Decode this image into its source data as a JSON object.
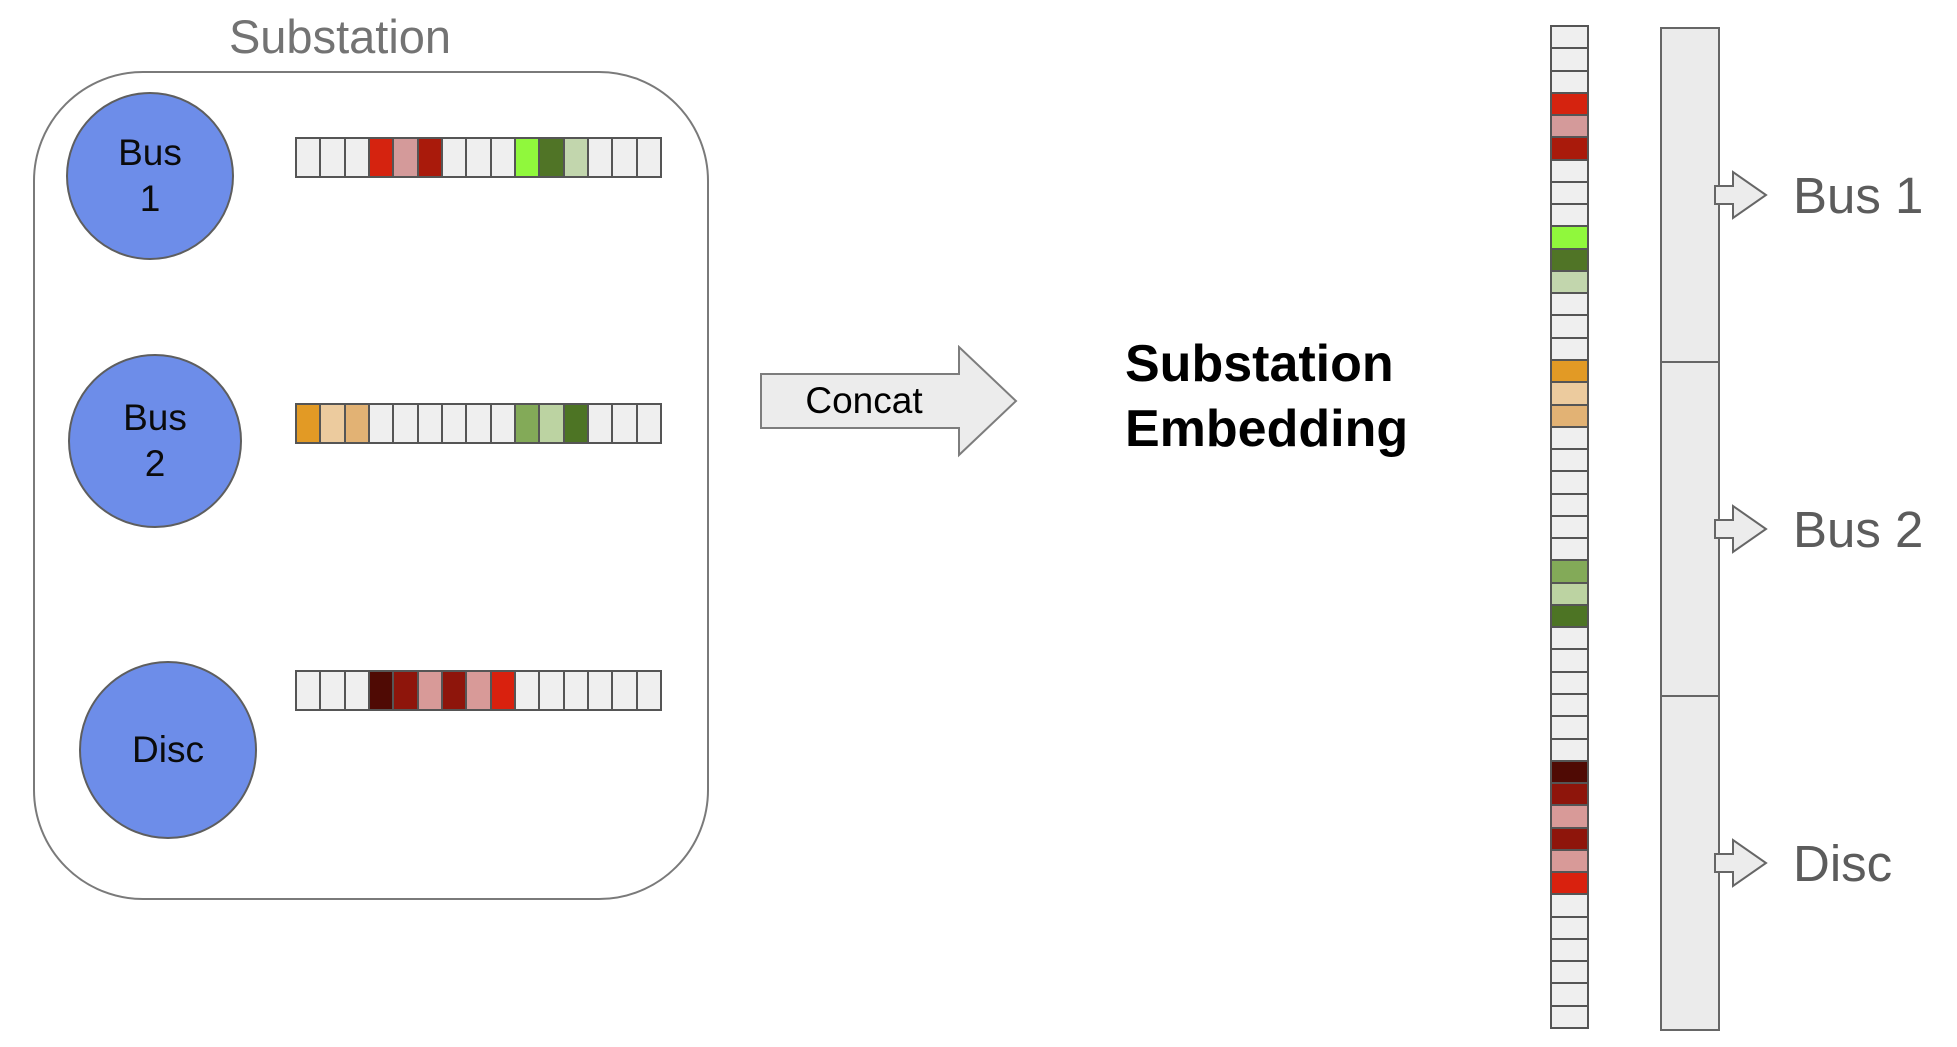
{
  "title": "Substation",
  "palette": {
    "blank": "#efefef",
    "red": "#d5230f",
    "pink": "#d49a9a",
    "dark_red": "#a91a0b",
    "bright_green": "#90f83c",
    "dark_green": "#507426",
    "pale_green": "#c2d6ad",
    "orange": "#e29a25",
    "pale_orange": "#eccb9e",
    "tan": "#e2b274",
    "mid_green": "#83aa58",
    "pale_green2": "#bcd3a2",
    "deep_green": "#4d7424",
    "maroon": "#4f0a04",
    "brick_red": "#8e150b",
    "rose": "#d89a98",
    "red2": "#d9210e",
    "node_blue": "#6d8de9",
    "bar_gray": "#ebebeb",
    "cell_border": "#555555",
    "title_gray": "#737373",
    "label_gray": "#5c5c5c"
  },
  "nodes": [
    {
      "id": "bus1",
      "label": "Bus 1",
      "lines": [
        "Bus",
        "1"
      ]
    },
    {
      "id": "bus2",
      "label": "Bus 2",
      "lines": [
        "Bus",
        "2"
      ]
    },
    {
      "id": "disc",
      "label": "Disc",
      "lines": [
        "Disc"
      ]
    }
  ],
  "vectors": {
    "bus1": {
      "cells": [
        "blank",
        "blank",
        "blank",
        "red",
        "pink",
        "dark_red",
        "blank",
        "blank",
        "blank",
        "bright_green",
        "dark_green",
        "pale_green",
        "blank",
        "blank",
        "blank"
      ]
    },
    "bus2": {
      "cells": [
        "orange",
        "pale_orange",
        "tan",
        "blank",
        "blank",
        "blank",
        "blank",
        "blank",
        "blank",
        "mid_green",
        "pale_green2",
        "deep_green",
        "blank",
        "blank",
        "blank"
      ]
    },
    "disc": {
      "cells": [
        "blank",
        "blank",
        "blank",
        "maroon",
        "brick_red",
        "rose",
        "brick_red",
        "rose",
        "red2",
        "blank",
        "blank",
        "blank",
        "blank",
        "blank",
        "blank"
      ]
    }
  },
  "concat_order": [
    "bus1",
    "bus2",
    "disc"
  ],
  "arrow": {
    "label": "Concat"
  },
  "embedding_title": {
    "line1": "Substation",
    "line2": "Embedding"
  },
  "output": {
    "sections": [
      {
        "label": "Bus 1"
      },
      {
        "label": "Bus 2"
      },
      {
        "label": "Disc"
      }
    ]
  }
}
